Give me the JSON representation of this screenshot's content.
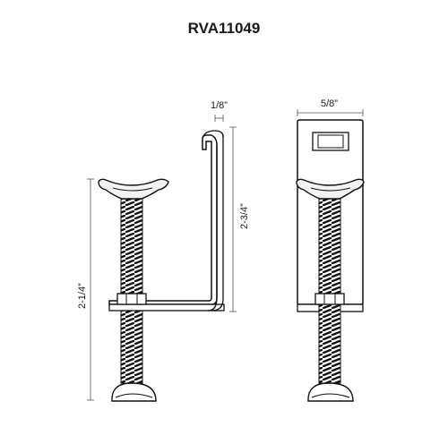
{
  "title": "RVA11049",
  "dimensions": {
    "bracket_thickness": "1/8”",
    "bracket_width": "5/8”",
    "bracket_height": "2-3/4”",
    "bolt_length": "2-1/4”"
  }
}
